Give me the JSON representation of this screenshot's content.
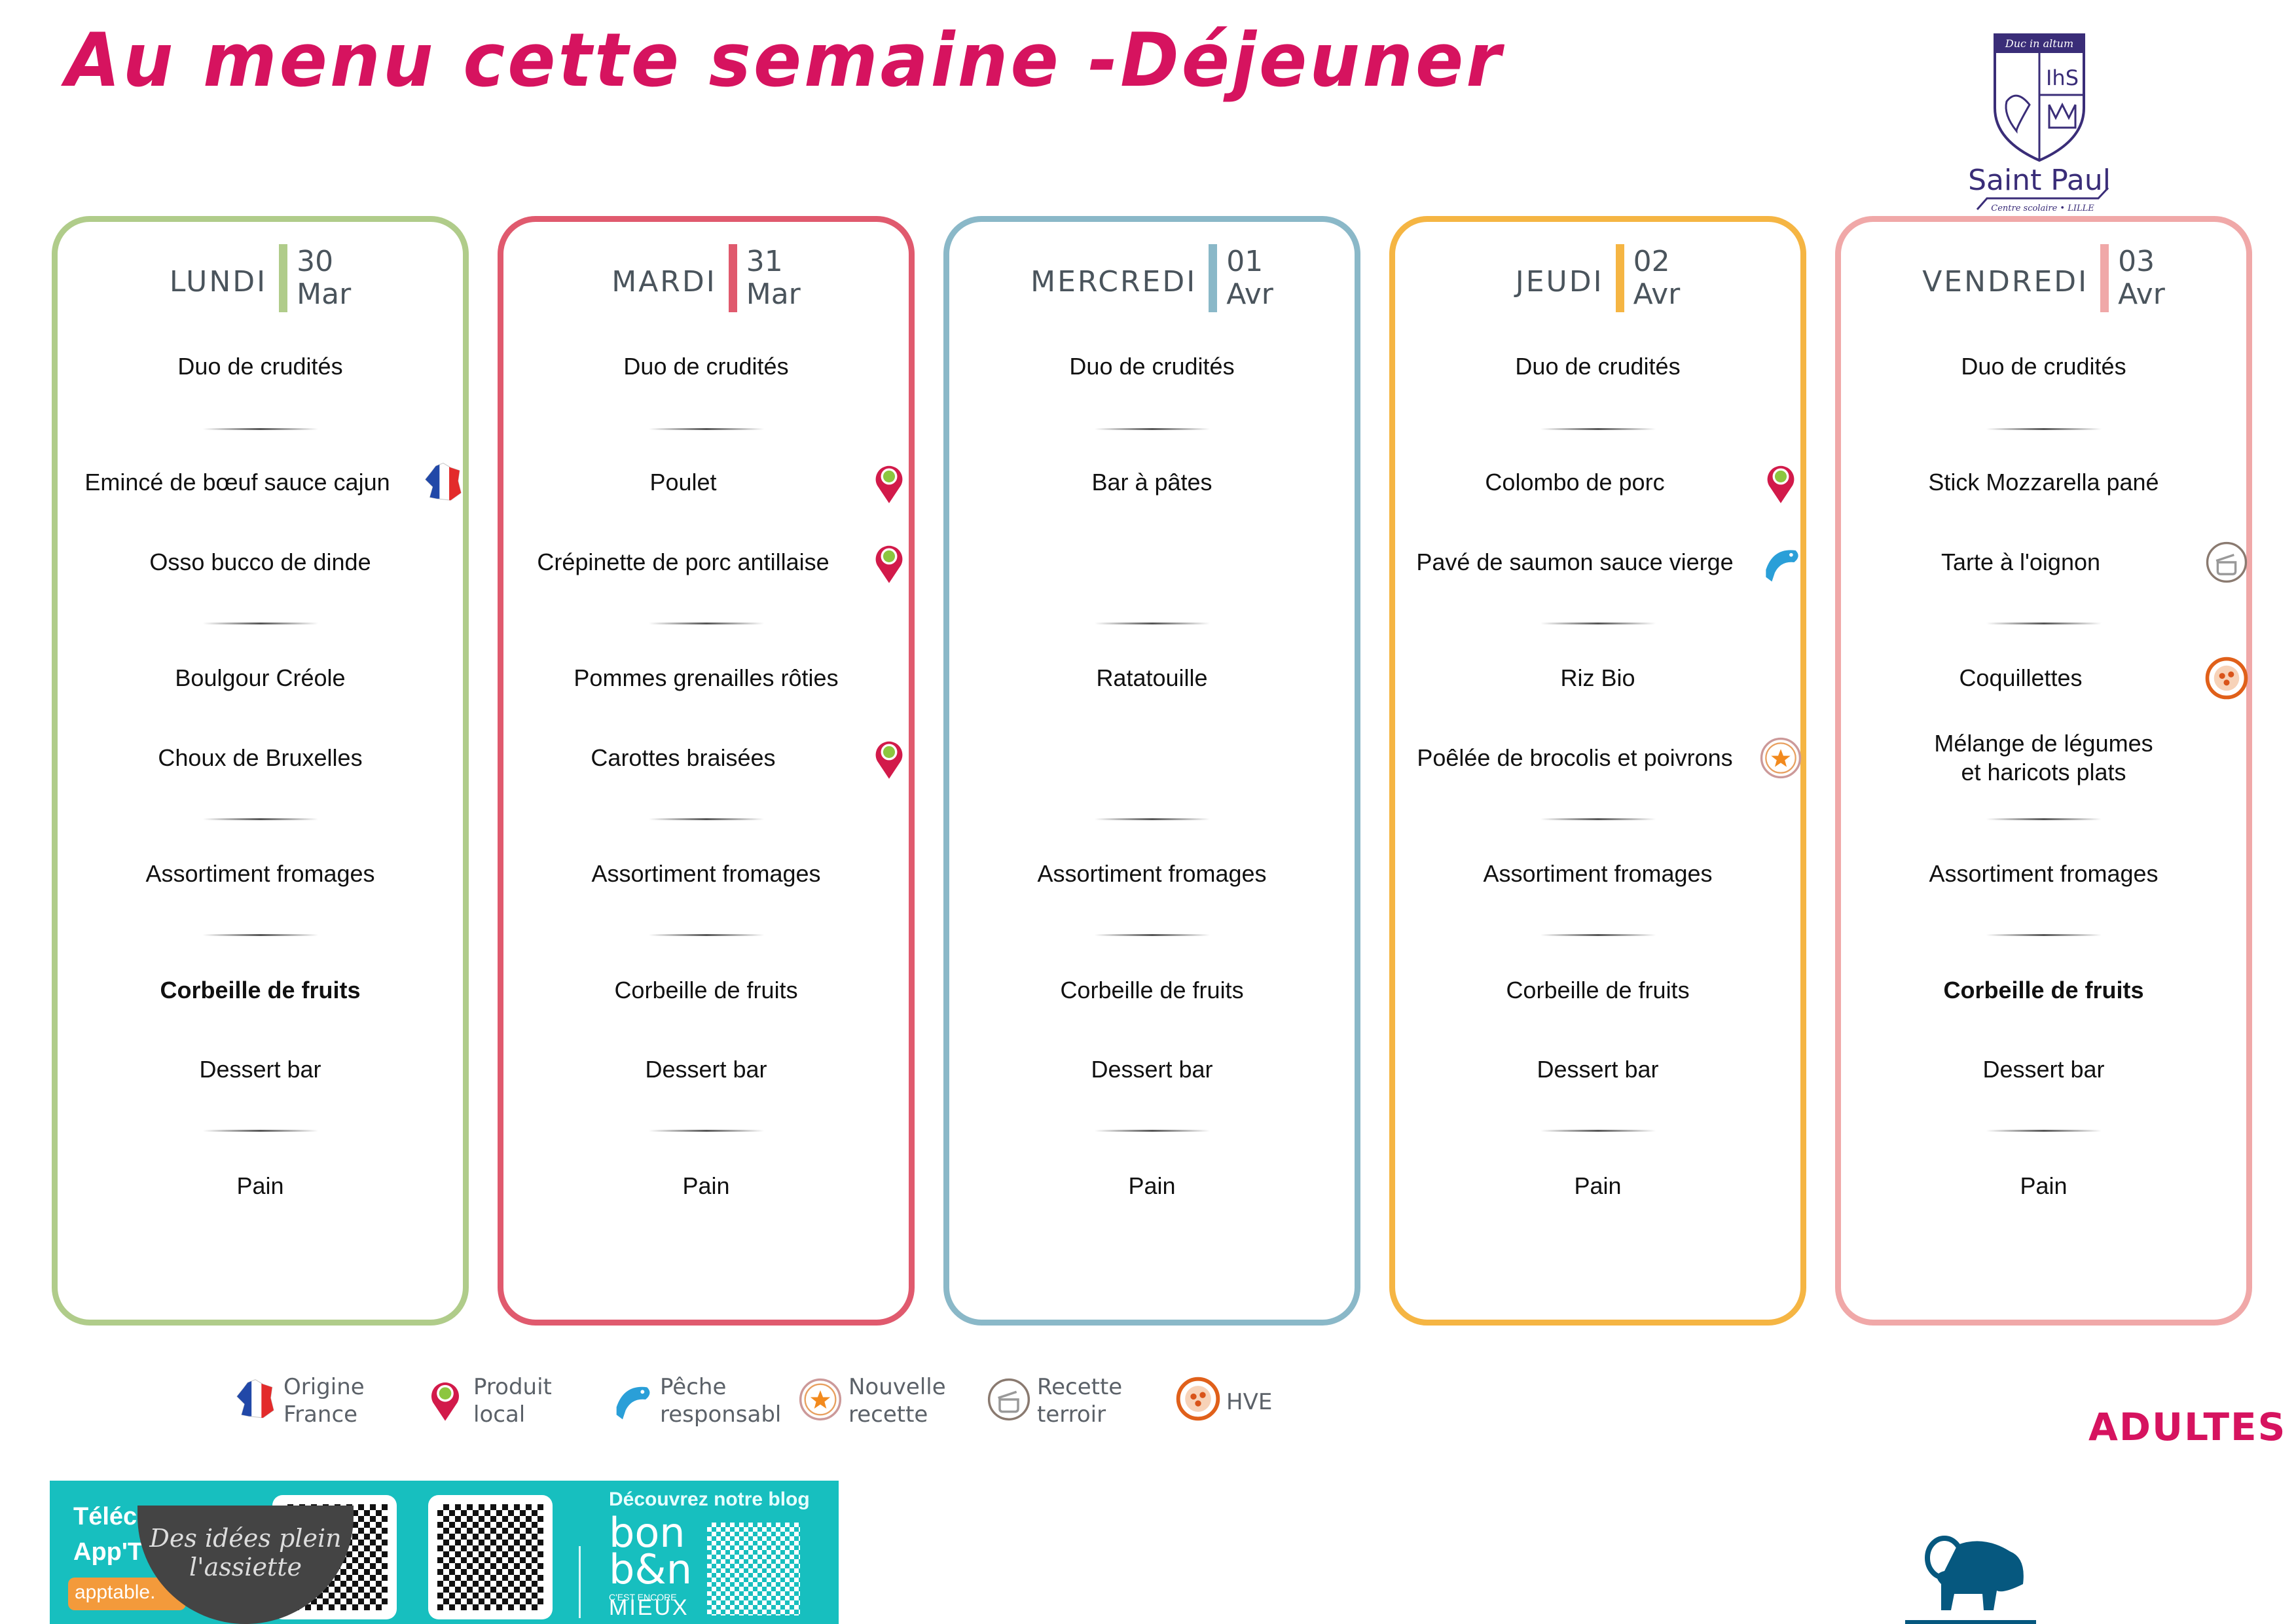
{
  "title": "Au menu cette semaine -Déjeuner",
  "colors": {
    "title": "#d6135f",
    "lundi": "#b0cc8a",
    "mardi": "#e05a6e",
    "mercredi": "#8ab8c8",
    "jeudi": "#f5b543",
    "vendredi": "#f0a8a8",
    "banner": "#17bfbf"
  },
  "logo": {
    "motto": "Duc in altum",
    "monogram": "IhS",
    "name": "Saint Paul",
    "subtitle": "Centre scolaire • LILLE"
  },
  "days": [
    {
      "name": "LUNDI",
      "day": "30",
      "month": "Mar",
      "color": "#b0cc8a",
      "slots": [
        {
          "text": "Duo de crudités"
        },
        {
          "text": "Emincé de bœuf sauce cajun",
          "icon": "france-flag-icon"
        },
        {
          "text": "Osso bucco de dinde"
        },
        {
          "text": "Boulgour Créole"
        },
        {
          "text": "Choux de Bruxelles"
        },
        {
          "text": "Assortiment fromages"
        },
        {
          "text": "Corbeille de fruits",
          "bold": true
        },
        {
          "text": "Dessert bar"
        },
        {
          "text": "Pain"
        }
      ]
    },
    {
      "name": "MARDI",
      "day": "31",
      "month": "Mar",
      "color": "#e05a6e",
      "slots": [
        {
          "text": "Duo de crudités"
        },
        {
          "text": "Poulet",
          "icon": "local-pin-icon"
        },
        {
          "text": "Crépinette de porc antillaise",
          "icon": "local-pin-icon"
        },
        {
          "text": "Pommes grenailles rôties"
        },
        {
          "text": "Carottes braisées",
          "icon": "local-pin-icon"
        },
        {
          "text": "Assortiment fromages"
        },
        {
          "text": "Corbeille de fruits"
        },
        {
          "text": "Dessert bar"
        },
        {
          "text": "Pain"
        }
      ]
    },
    {
      "name": "MERCREDI",
      "day": "01",
      "month": "Avr",
      "color": "#8ab8c8",
      "slots": [
        {
          "text": "Duo de crudités"
        },
        {
          "text": "Bar à pâtes"
        },
        {
          "text": ""
        },
        {
          "text": "Ratatouille"
        },
        {
          "text": ""
        },
        {
          "text": "Assortiment fromages"
        },
        {
          "text": "Corbeille de fruits"
        },
        {
          "text": "Dessert bar"
        },
        {
          "text": "Pain"
        }
      ]
    },
    {
      "name": "JEUDI",
      "day": "02",
      "month": "Avr",
      "color": "#f5b543",
      "slots": [
        {
          "text": "Duo de crudités"
        },
        {
          "text": "Colombo de porc",
          "icon": "local-pin-icon"
        },
        {
          "text": "Pavé de saumon sauce vierge",
          "icon": "fish-icon"
        },
        {
          "text": "Riz Bio"
        },
        {
          "text": "Poêlée de brocolis et poivrons",
          "icon": "star-icon"
        },
        {
          "text": "Assortiment fromages"
        },
        {
          "text": "Corbeille de fruits"
        },
        {
          "text": "Dessert bar"
        },
        {
          "text": "Pain"
        }
      ]
    },
    {
      "name": "VENDREDI",
      "day": "03",
      "month": "Avr",
      "color": "#f0a8a8",
      "slots": [
        {
          "text": "Duo de crudités"
        },
        {
          "text": "Stick Mozzarella pané"
        },
        {
          "text": "Tarte à l'oignon",
          "icon": "pot-icon"
        },
        {
          "text": "Coquillettes",
          "icon": "hve-icon"
        },
        {
          "text": "Mélange de légumes\net haricots plats"
        },
        {
          "text": "Assortiment fromages"
        },
        {
          "text": "Corbeille de fruits",
          "bold": true
        },
        {
          "text": "Dessert bar"
        },
        {
          "text": "Pain"
        }
      ]
    }
  ],
  "legend": [
    {
      "icon": "france-flag-icon",
      "label": "Origine\nFrance"
    },
    {
      "icon": "local-pin-icon",
      "label": "Produit\nlocal"
    },
    {
      "icon": "fish-icon",
      "label": "Pêche\nresponsabl"
    },
    {
      "icon": "star-icon",
      "label": "Nouvelle\nrecette"
    },
    {
      "icon": "pot-icon",
      "label": "Recette\nterroir"
    },
    {
      "icon": "hve-icon",
      "label": "HVE"
    }
  ],
  "banner": {
    "line1": "Téléc",
    "line2": "App'T",
    "button": "apptable.",
    "bowl": "Des idées plein l'assiette",
    "blog": "Découvrez notre blog",
    "bon1": "bon",
    "bon2": "b&n",
    "tag1": "C'EST ENCORE",
    "tag2": "MIEUX"
  },
  "audience": "ADULTES"
}
